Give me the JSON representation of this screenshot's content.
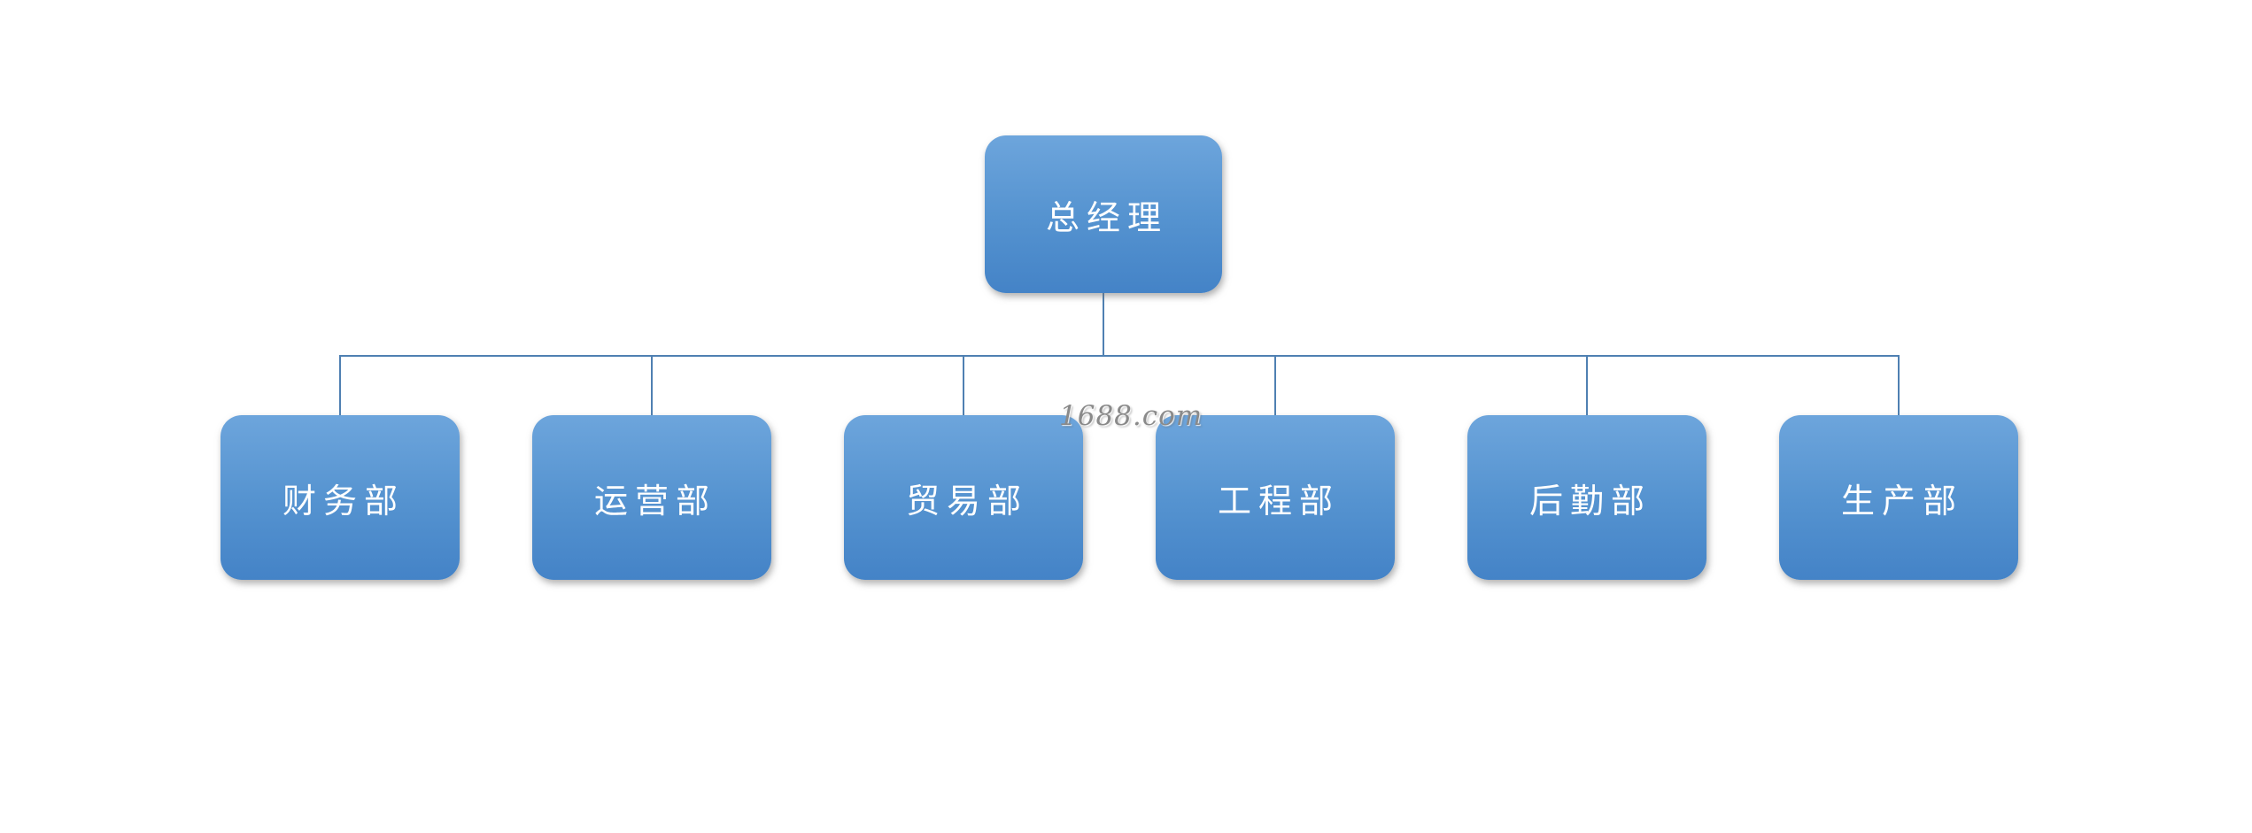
{
  "diagram": {
    "type": "org-chart",
    "root": {
      "label": "总经理"
    },
    "departments": [
      {
        "label": "财务部"
      },
      {
        "label": "运营部"
      },
      {
        "label": "贸易部"
      },
      {
        "label": "工程部"
      },
      {
        "label": "后勤部"
      },
      {
        "label": "生产部"
      }
    ]
  },
  "watermark": {
    "text": "1688.com"
  },
  "colors": {
    "node_fill_top": "#6DA5DC",
    "node_fill_mid": "#5593D0",
    "node_fill_bottom": "#4483C7",
    "connector": "#4F80B2",
    "node_text": "#FFFFFF",
    "watermark_text": "#8A8A8A",
    "background": "#FFFFFF"
  }
}
